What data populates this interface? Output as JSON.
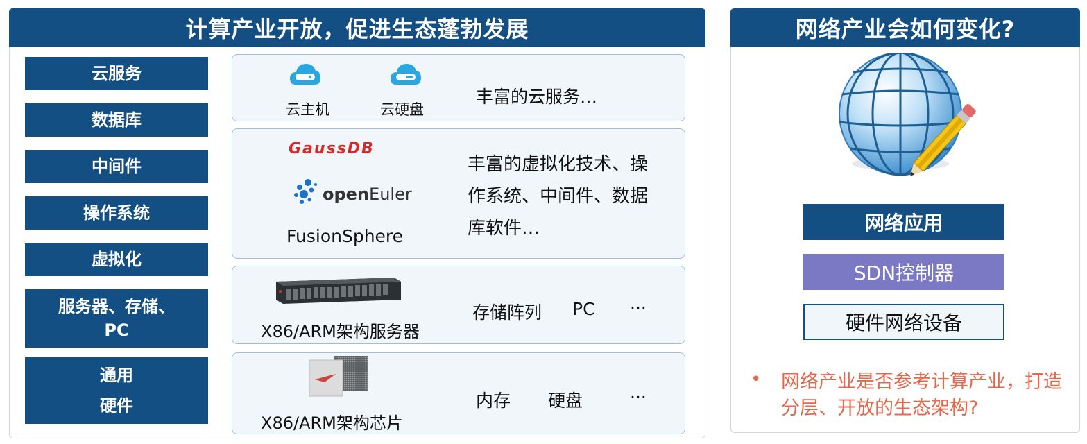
{
  "left": {
    "title": "计算产业开放，促进生态蓬勃发展",
    "layers": [
      "云服务",
      "数据库",
      "中间件",
      "操作系统",
      "虚拟化",
      "服务器、存储、\nPC",
      "通用\n硬件"
    ],
    "row_cloud": {
      "icon1_label": "云主机",
      "icon2_label": "云硬盘",
      "desc": "丰富的云服务…"
    },
    "row_software": {
      "logo_gauss": "GaussDB",
      "logo_openeuler_a": "open",
      "logo_openeuler_b": "Euler",
      "fusion": "FusionSphere",
      "desc": "丰富的虚拟化技术、操作系统、中间件、数据库软件…"
    },
    "row_server": {
      "caption": "X86/ARM架构服务器",
      "item1": "存储阵列",
      "item2": "PC",
      "item3": "···"
    },
    "row_chip": {
      "caption": "X86/ARM架构芯片",
      "item1": "内存",
      "item2": "硬盘",
      "item3": "···"
    }
  },
  "right": {
    "title": "网络产业会如何变化?",
    "stack": [
      "网络应用",
      "SDN控制器",
      "硬件网络设备"
    ],
    "bullet": "•",
    "question": "网络产业是否参考计算产业，打造分层、开放的生态架构?"
  },
  "colors": {
    "navy": "#134f83",
    "sdn_purple": "#7b78c4",
    "question_red": "#e3684c",
    "box_border": "#9cbfe0"
  }
}
